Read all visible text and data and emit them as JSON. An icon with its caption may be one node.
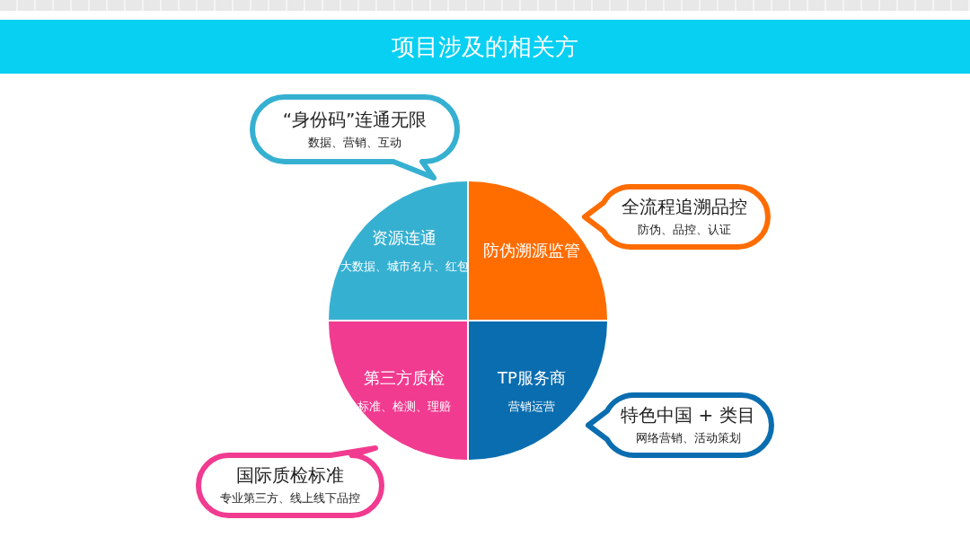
{
  "diagram": {
    "title": "项目涉及的相关方",
    "nodes": [
      {
        "text": [
          "资源连通",
          "大数据、城市名片、红包"
        ]
      },
      {
        "text": [
          "防伪溯源监管"
        ]
      },
      {
        "text": [
          "第三方质检",
          "标准、检测、理赔"
        ]
      },
      {
        "text": [
          "TP服务商",
          "营销运营"
        ]
      },
      {
        "text": [
          "“身份码”连通无限",
          "数据、营销、互动"
        ]
      },
      {
        "text": [
          "全流程追溯品控",
          "防伪、品控、认证"
        ]
      },
      {
        "text": [
          "特色中国 + 类目",
          "网络营销、活动策划"
        ]
      },
      {
        "text": [
          "国际质检标准",
          "专业第三方、线上线下品控"
        ]
      }
    ]
  }
}
